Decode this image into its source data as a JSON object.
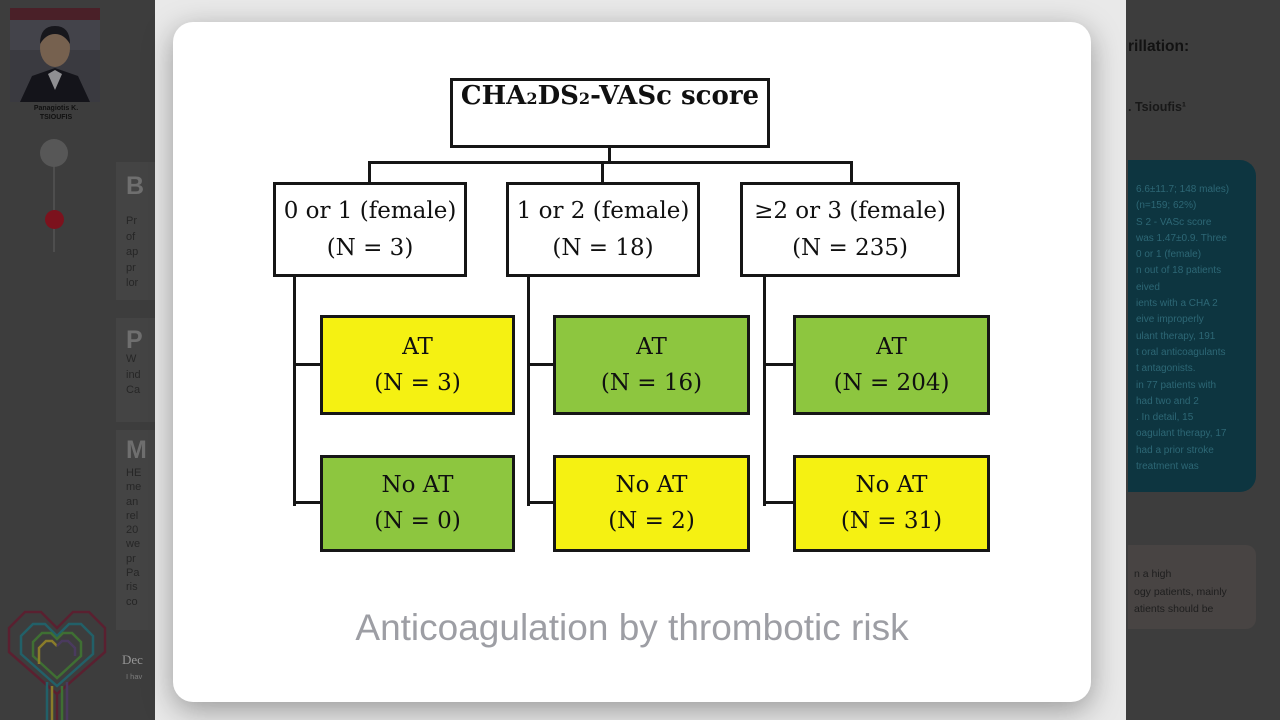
{
  "poster_background": {
    "speaker": {
      "name_lines": [
        "Panagiotis K.",
        "TSIOUFIS"
      ]
    },
    "timeline": {
      "inactive_color": "#575757",
      "active_color": "#7c121d"
    },
    "left_column": {
      "section1_heading": "B",
      "section1_lines": [
        "Pr",
        "of",
        "ap",
        "pr",
        "lor"
      ],
      "section2_heading": "P",
      "section2_lines": [
        "W",
        "ind",
        "Ca"
      ],
      "section3_heading": "M",
      "section3_lines": [
        "HE",
        "me",
        "an",
        "rel",
        "20",
        "we",
        "pr",
        "Pa",
        "ris",
        "co"
      ],
      "declaration_heading": "Dec",
      "declaration_line": "I hav"
    },
    "header": {
      "title_fragment": "rillation:",
      "authors_fragment": ". Tsioufis¹"
    },
    "results_panel": {
      "bg_color": "#0d3540",
      "text_color": "#2d6775",
      "lines": [
        "6.6±11.7; 148 males)",
        "(n=159; 62%)",
        "S 2 - VASc score",
        "was 1.47±0.9. Three",
        "0 or 1 (female)",
        "n out of 18 patients",
        "eived",
        "ients with a CHA 2",
        "eive improperly",
        "ulant therapy, 191",
        "t oral anticoagulants",
        "t antagonists.",
        "in 77 patients with",
        "had two and 2",
        ". In detail, 15",
        "oagulant therapy, 17",
        "had a prior stroke",
        "treatment was"
      ]
    },
    "conclusions_panel": {
      "lines": [
        "n a high",
        "ogy patients, mainly",
        "atients should be"
      ]
    }
  },
  "figure_modal": {
    "caption": "Anticoagulation by thrombotic risk",
    "flowchart": {
      "root": {
        "pre": "CHA",
        "sub1": "2",
        "mid": "DS",
        "sub2": "2",
        "post": "-VASc score"
      },
      "colors": {
        "yellow": "#f5f112",
        "green": "#8dc63f"
      },
      "columns": [
        {
          "label": "0 or 1 (female)",
          "n": "(N = 3)",
          "at_label": "AT",
          "at_n": "(N = 3)",
          "at_color": "#f5f112",
          "noat_label": "No AT",
          "noat_n": "(N = 0)",
          "noat_color": "#8dc63f"
        },
        {
          "label": "1 or 2 (female)",
          "n": "(N = 18)",
          "at_label": "AT",
          "at_n": "(N = 16)",
          "at_color": "#8dc63f",
          "noat_label": "No AT",
          "noat_n": "(N = 2)",
          "noat_color": "#f5f112"
        },
        {
          "label": "≥2 or 3 (female)",
          "n": "(N = 235)",
          "at_label": "AT",
          "at_n": "(N = 204)",
          "at_color": "#8dc63f",
          "noat_label": "No AT",
          "noat_n": "(N = 31)",
          "noat_color": "#f5f112"
        }
      ]
    }
  }
}
